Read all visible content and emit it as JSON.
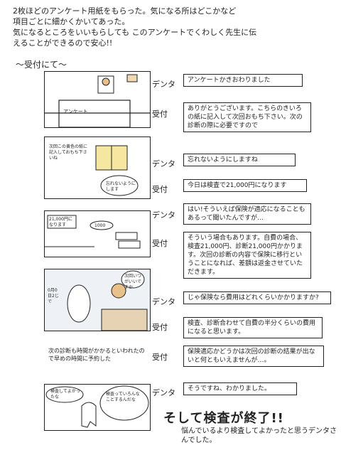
{
  "intro": {
    "lines": [
      "2枚ほどのアンケート用紙をもらった。気になる所はどこかなど",
      "項目ごとに細かくかいてあった。",
      "気になるところをいいもらしても このアンケートでくわしく先生に伝",
      "えることができるので安心!!"
    ]
  },
  "section_heading": "〜受付にて〜",
  "panels": {
    "p1_sign": "アンケート",
    "p2_paper": "次回この黄色の紙に記入しておもち下さいね",
    "p2_bubble": "忘れないようにします",
    "p3_tag": "21,000円になります",
    "p3_money": "1000",
    "p4_bubble": "次回いつがいいですか",
    "p4_calendar": "0月0日2じで",
    "p5_left": "検査してよかったな",
    "p5_right": "検査っていろんなことするんだな"
  },
  "dialogue": [
    {
      "speaker": "デンタ",
      "text": "アンケートかきおわりました"
    },
    {
      "speaker": "受付",
      "text": "ありがとうございます。こちらのきいろの紙に記入して次回おもち下さい。次の診断の際に必要ですので"
    },
    {
      "speaker": "デンタ",
      "text": "忘れないようにしますね"
    },
    {
      "speaker": "受付",
      "text": "今日は検査で21,000円になります"
    },
    {
      "speaker": "デンタ",
      "text": "はい!そういえば保険が適応になることもあるって聞いたんですが…"
    },
    {
      "speaker": "受付",
      "text": "そういう場合もあります。自費の場合、検査21,000円、診断21,000円かかります。次回の診断の内容で保険に移行ということになれば、差額は返金させていただきます。"
    },
    {
      "speaker": "デンタ",
      "text": "じゃ保険なら費用はどれくらいかかりますか?"
    },
    {
      "speaker": "受付",
      "text": "検査、診断合わせて自費の半分くらいの費用になると思います。"
    },
    {
      "speaker": "受付",
      "text": "保険適応かどうかは次回の診断の結果が出ないと何ともいえませんが…。"
    },
    {
      "speaker": "デンタ",
      "text": "そうですね、わかりました。"
    }
  ],
  "caption": "次の診断も時間がかかるといわれたので早めの時間に予約した",
  "finale": "そして検査が終了!!",
  "closing": "悩んでいるより検査してよかったと思うデンタさんでした。"
}
